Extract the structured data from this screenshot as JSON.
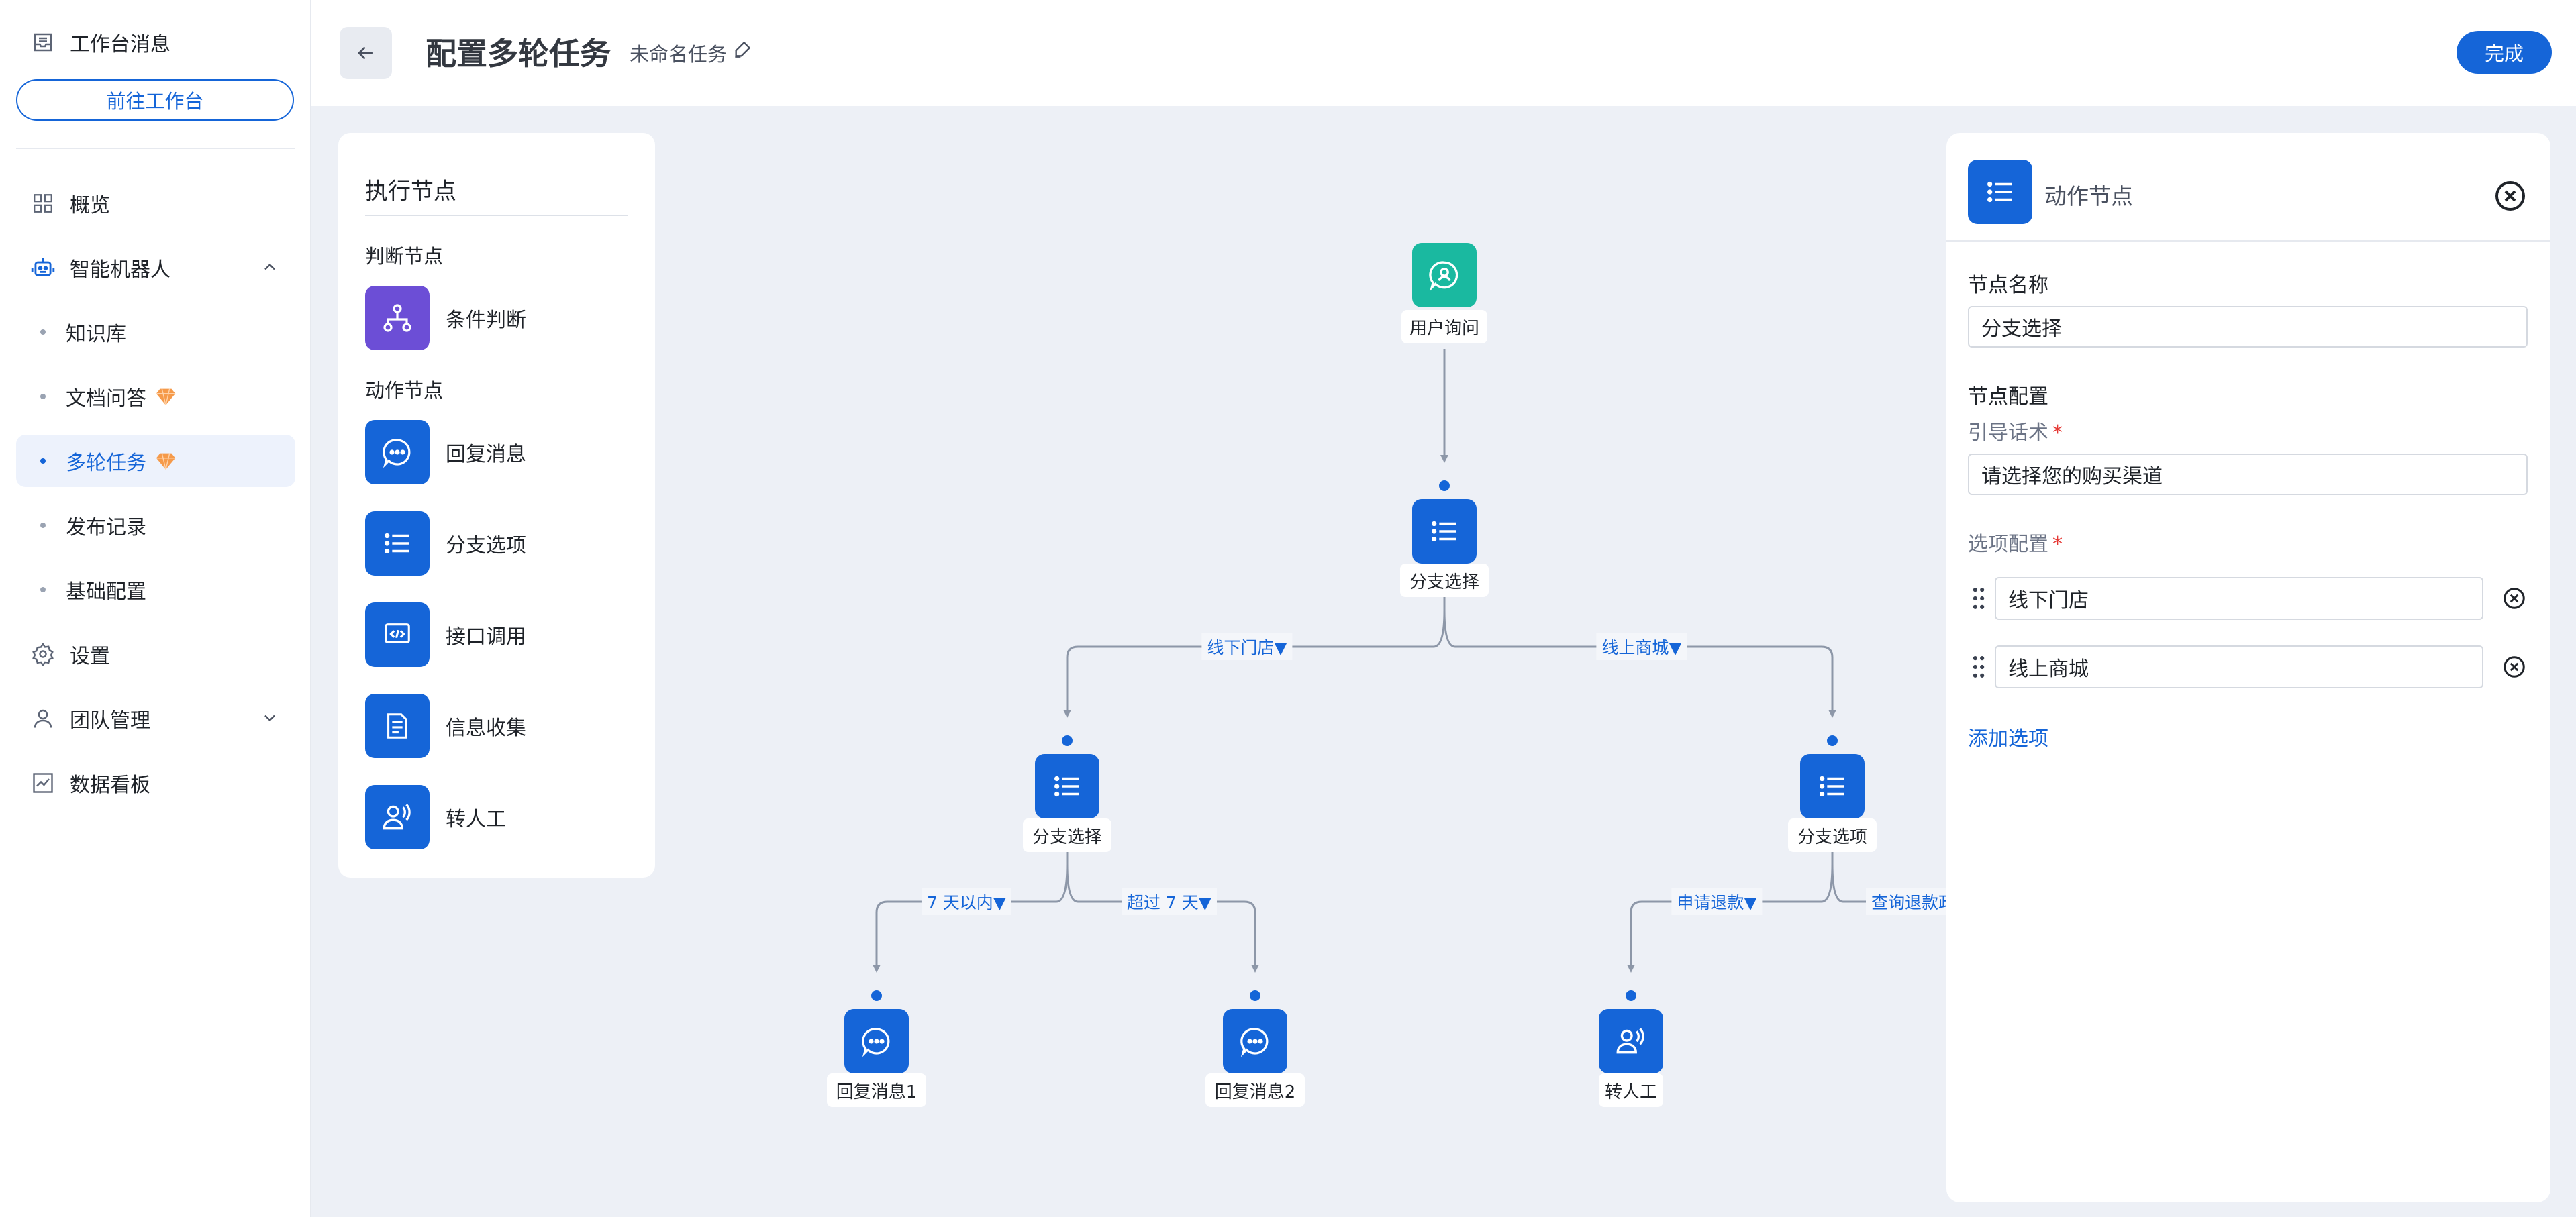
{
  "sidebar": {
    "inbox_label": "工作台消息",
    "goto_label": "前往工作台",
    "items": {
      "overview": "概览",
      "robot": "智能机器人",
      "knowledge": "知识库",
      "docqa": "文档问答",
      "multiturn": "多轮任务",
      "publish": "发布记录",
      "basic": "基础配置",
      "settings": "设置",
      "team": "团队管理",
      "dashboard": "数据看板"
    },
    "active_item": "多轮任务"
  },
  "header": {
    "title": "配置多轮任务",
    "task_name": "未命名任务",
    "done_label": "完成"
  },
  "palette": {
    "title": "执行节点",
    "judge_section": "判断节点",
    "condition": "条件判断",
    "action_section": "动作节点",
    "reply": "回复消息",
    "branch": "分支选项",
    "api": "接口调用",
    "collect": "信息收集",
    "human": "转人工"
  },
  "flow": {
    "nodes": {
      "start": "用户询问",
      "branch_root": "分支选择",
      "branch_left": "分支选择",
      "branch_right": "分支选项",
      "reply1": "回复消息1",
      "reply2": "回复消息2",
      "human": "转人工"
    },
    "edges": {
      "offline": "线下门店▼",
      "online": "线上商城▼",
      "within7": "7 天以内▼",
      "over7": "超过 7 天▼",
      "refund": "申请退款▼",
      "policy": "查询退款政策▼"
    }
  },
  "panel": {
    "title": "动作节点",
    "name_label": "节点名称",
    "name_value": "分支选择",
    "config_label": "节点配置",
    "prompt_label": "引导话术",
    "required_mark": "*",
    "prompt_value": "请选择您的购买渠道",
    "options_label": "选项配置",
    "options": [
      "线下门店",
      "线上商城"
    ],
    "add_option": "添加选项"
  },
  "colors": {
    "primary": "#1565d8",
    "condition": "#6c4ed6",
    "start": "#1ab9a0",
    "canvas_bg": "#edf0f6",
    "edge": "#8d97a8"
  }
}
